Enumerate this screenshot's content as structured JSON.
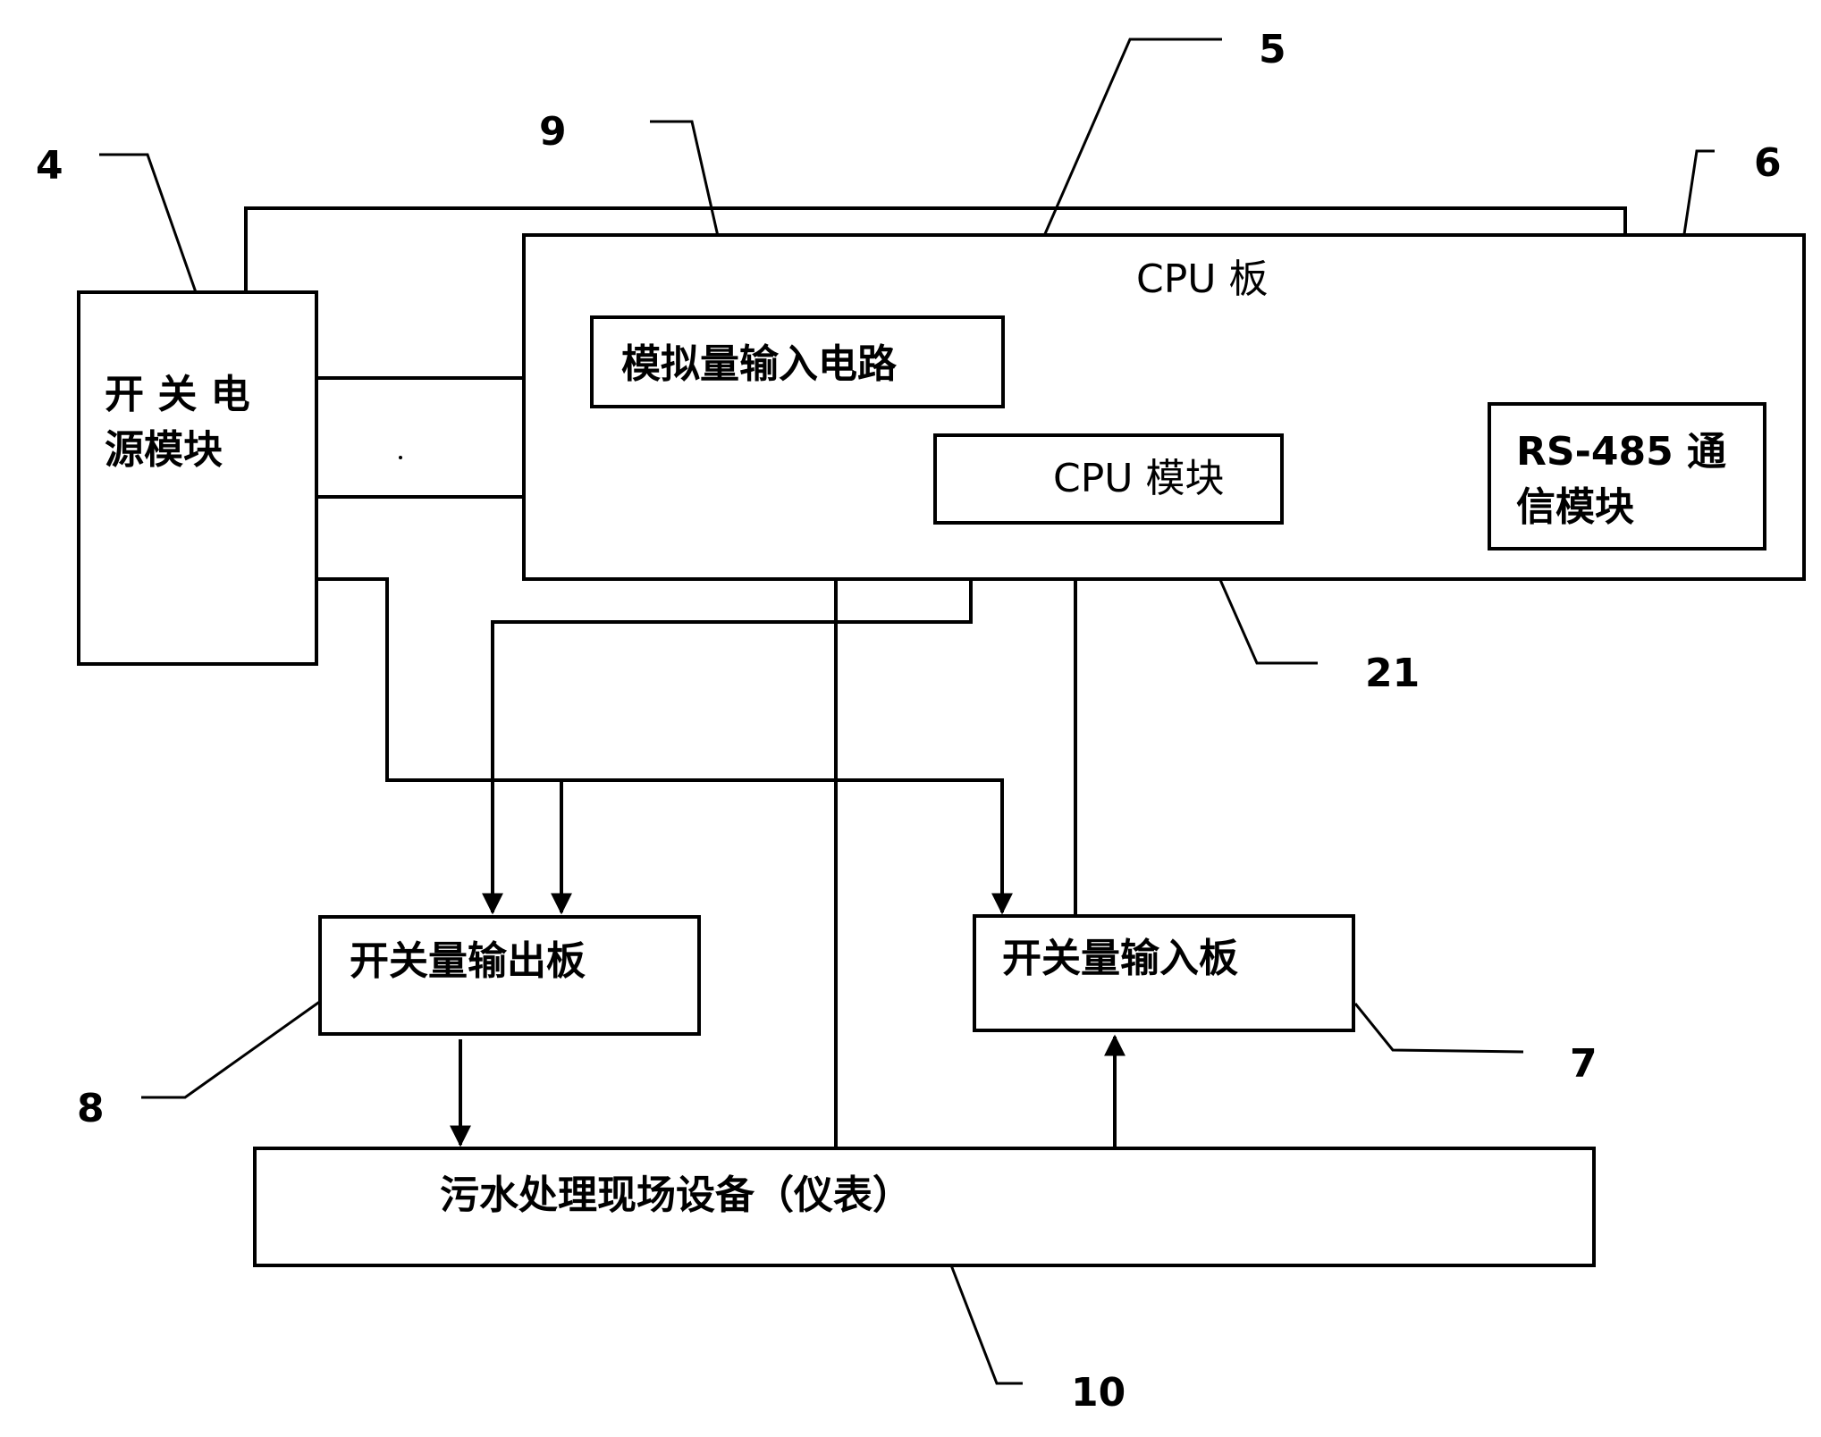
{
  "diagram": {
    "blocks": {
      "power_line1": "开 关 电",
      "power_line2": "源模块",
      "cpu_board": "CPU 板",
      "analog_input": "模拟量输入电路",
      "cpu_module": "CPU 模块",
      "rs485_line1": "RS-485 通",
      "rs485_line2": "信模块",
      "switch_output": "开关量输出板",
      "switch_input": "开关量输入板",
      "field_equipment": "污水处理现场设备（仪表）"
    },
    "reference_numbers": {
      "n4": "4",
      "n5": "5",
      "n6": "6",
      "n7": "7",
      "n8": "8",
      "n9": "9",
      "n10": "10",
      "n21": "21"
    }
  }
}
